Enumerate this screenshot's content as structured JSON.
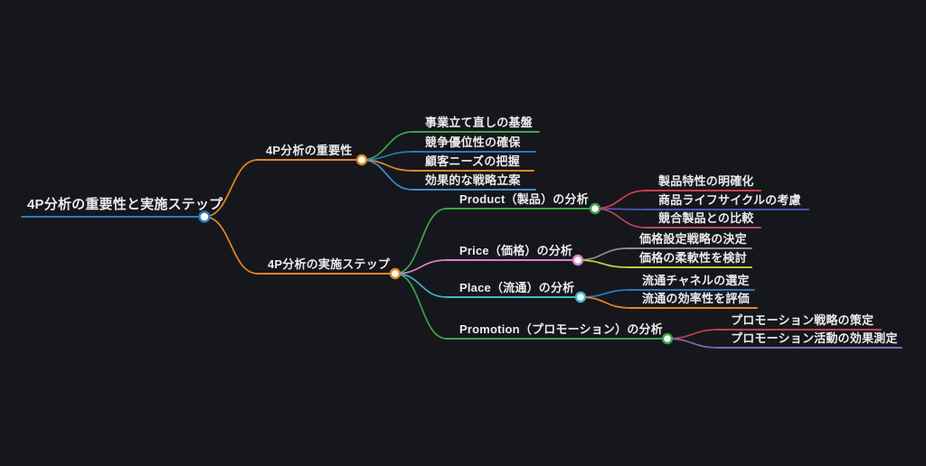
{
  "meta": {
    "background_color": "#16171c",
    "text_color": "#ecebec"
  },
  "mindmap": {
    "root": {
      "label": "4P分析の重要性と実施ステップ",
      "color": "#2a7ab9"
    },
    "branches": [
      {
        "label": "4P分析の重要性",
        "color": "#e08629",
        "children": [
          {
            "label": "事業立て直しの基盤",
            "color": "#3da24a"
          },
          {
            "label": "競争優位性の確保",
            "color": "#2a7ab9"
          },
          {
            "label": "顧客ニーズの把握",
            "color": "#e08629"
          },
          {
            "label": "効果的な戦略立案",
            "color": "#3d8fc9"
          }
        ]
      },
      {
        "label": "4P分析の実施ステップ",
        "color": "#e08629",
        "children": [
          {
            "label": "Product（製品）の分析",
            "color": "#3da24a",
            "children": [
              {
                "label": "製品特性の明確化",
                "color": "#cf3f46"
              },
              {
                "label": "商品ライフサイクルの考慮",
                "color": "#4a55ae"
              },
              {
                "label": "競合製品との比較",
                "color": "#bf4461"
              }
            ]
          },
          {
            "label": "Price（価格）の分析",
            "color": "#d983c8",
            "children": [
              {
                "label": "価格設定戦略の決定",
                "color": "#8d8d98"
              },
              {
                "label": "価格の柔軟性を検討",
                "color": "#c6ca3e"
              }
            ]
          },
          {
            "label": "Place（流通）の分析",
            "color": "#3fb8c9",
            "children": [
              {
                "label": "流通チャネルの選定",
                "color": "#2a7ab9"
              },
              {
                "label": "流通の効率性を評価",
                "color": "#e08629"
              }
            ]
          },
          {
            "label": "Promotion（プロモーション）の分析",
            "color": "#3da24a",
            "children": [
              {
                "label": "プロモーション戦略の策定",
                "color": "#c0414f"
              },
              {
                "label": "プロモーション活動の効果測定",
                "color": "#7e6bb8"
              }
            ]
          }
        ]
      }
    ]
  }
}
